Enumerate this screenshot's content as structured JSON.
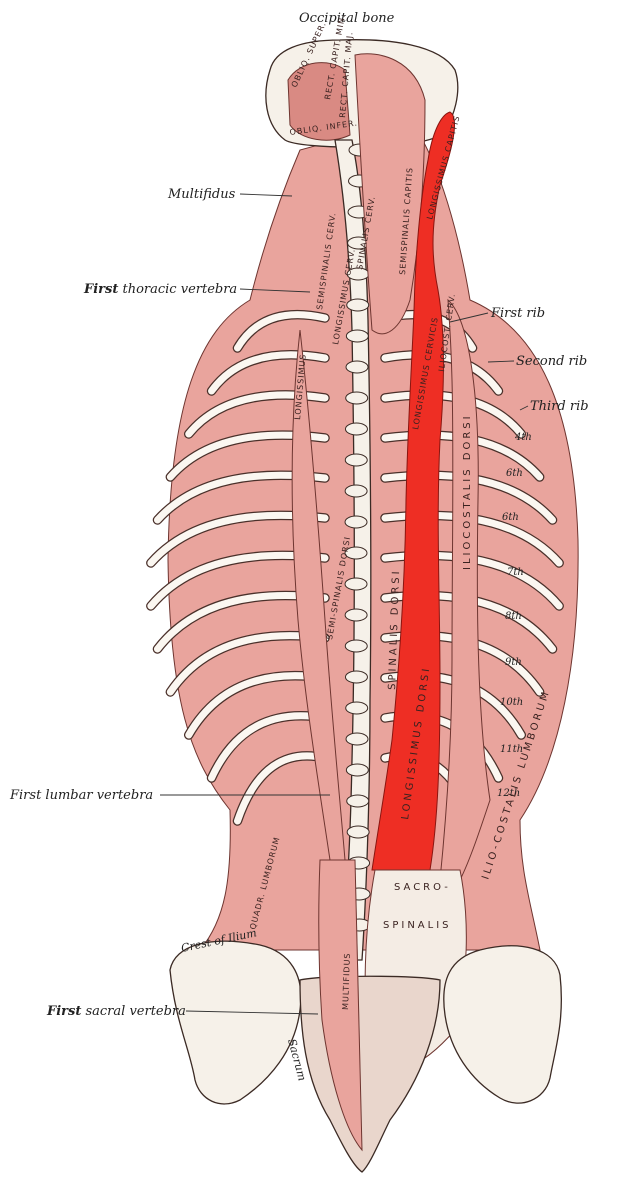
{
  "labels": {
    "occipital_bone": "Occipital bone",
    "multifidus": "Multifidus",
    "first_thoracic_vertebra_bold": "First",
    "first_thoracic_vertebra_rest": "thoracic vertebra",
    "first_rib": "First rib",
    "second_rib": "Second rib",
    "third_rib": "Third rib",
    "first_lumbar_vertebra": "First lumbar vertebra",
    "first_sacral_vertebra_bold": "First",
    "first_sacral_vertebra_rest": "sacral vertebra"
  },
  "rib_numbers": [
    "4th",
    "6th",
    "6th",
    "7th",
    "8th",
    "9th",
    "10th",
    "11th",
    "12th"
  ],
  "muscle_labels": {
    "obliq_super": "OBLIQ. SUPER.",
    "rect_capit_min": "RECT. CAPIT. MIN.",
    "rect_capit_maj": "RECT. CAPIT. MAJ.",
    "obliq_infer": "OBLIQ. INFER.",
    "semispinalis_capitis": "SEMISPINALIS CAPITIS",
    "longissimus_capitis": "LONGISSIMUS CAPITIS",
    "spinalis_cerv": "SPINALIS CERV.",
    "semispinalis_cerv": "SEMISPINALIS CERV.",
    "longissimus_cervicis": "LONGISSIMUS CERVICIS",
    "iliocost_cerv": "ILIOCOST. CERV.",
    "longissimus_left": "LONGISSIMUS",
    "longissimus_cerv_left": "LONGISSIMUS CERV.",
    "spinalis_dorsi": "SPINALIS DORSI",
    "semi_spinalis_dorsi": "SEMI-SPINALIS DORSI",
    "longissimus_dorsi": "LONGISSIMUS DORSI",
    "iliocostalis_dorsi": "ILIOCOSTALIS DORSI",
    "ilio_costalis_lumborum": "ILIO-COSTALIS LUMBORUM",
    "sacro": "SACRO-",
    "spinalis": "SPINALIS",
    "quadr_lumborum": "QUADR. LUMBORUM",
    "multifidus_lower": "MULTIFIDUS",
    "crest_of_ilium": "Crest of Ilium",
    "sacrum": "Sacrum"
  },
  "colors": {
    "highlight": "#ee2e24",
    "muscle": "#e9a49d",
    "bone": "#f6f1e9"
  }
}
